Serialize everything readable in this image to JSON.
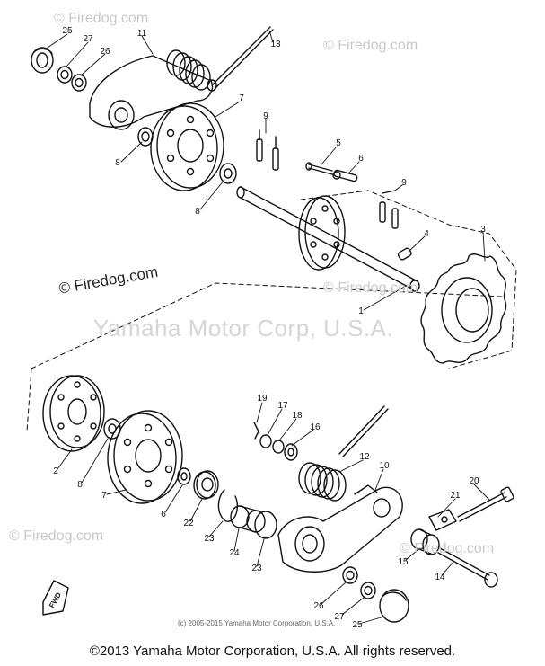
{
  "watermarks": {
    "top_left": "© Firedog.com",
    "top_right": "© Firedog.com",
    "mid_left": "© Firedog.com",
    "mid_right": "© Firedog.com",
    "big_center": "Yamaha Motor Corp, U.S.A.",
    "bottom_left": "© Firedog.com",
    "bottom_right": "© Firedog.com",
    "tiny_copyright": "(c) 2005-2015 Yamaha Motor Corporation, U.S.A."
  },
  "footer": "©2013 Yamaha Motor Corporation, U.S.A. All rights reserved.",
  "fwd_label": "FWD",
  "callouts": {
    "c25a": "25",
    "c27a": "27",
    "c26a": "26",
    "c11": "11",
    "c13": "13",
    "c8a": "8",
    "c7a": "7",
    "c9a": "9",
    "c5": "5",
    "c6": "6",
    "c8b": "8",
    "c9b": "9",
    "c4": "4",
    "c3": "3",
    "c1": "1",
    "c19": "19",
    "c17": "17",
    "c18": "18",
    "c16": "16",
    "c12": "12",
    "c10": "10",
    "c2": "2",
    "c8c": "8",
    "c7b": "7",
    "c6b": "6",
    "c22": "22",
    "c23a": "23",
    "c24": "24",
    "c23b": "23",
    "c21": "21",
    "c20": "20",
    "c15": "15",
    "c14": "14",
    "c26b": "26",
    "c27b": "27",
    "c25b": "25"
  }
}
